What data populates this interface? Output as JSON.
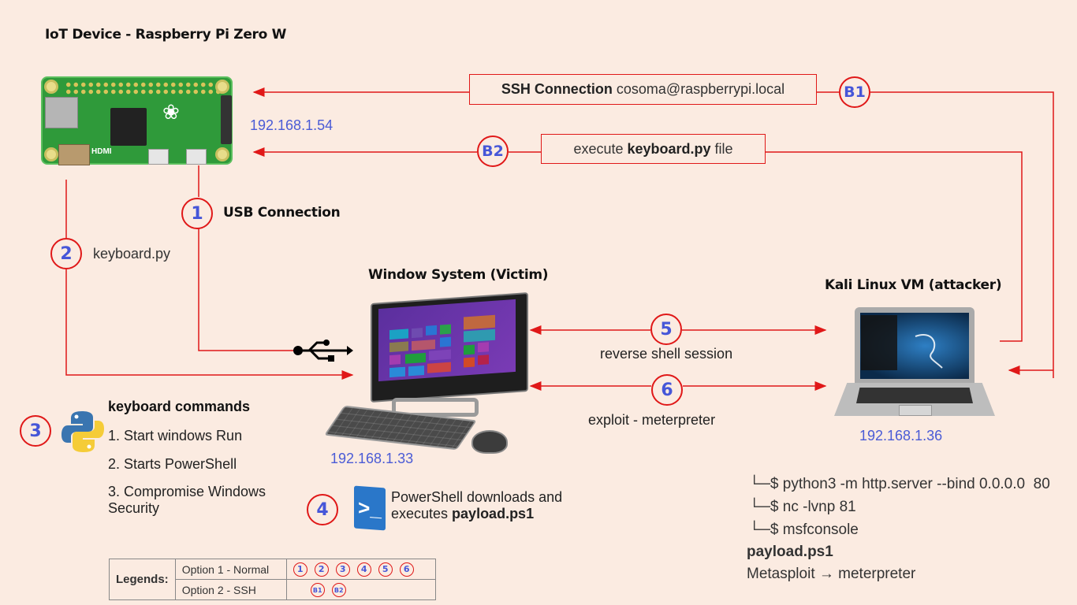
{
  "iot": {
    "title": "IoT Device - Raspberry Pi Zero W",
    "ip": "192.168.1.54",
    "board_label": "HDMI"
  },
  "ssh": {
    "badge": "B1",
    "label_bold": "SSH Connection",
    "label_rest": " cosoma@raspberrypi.local"
  },
  "exec": {
    "badge": "B2",
    "label_pre": "execute ",
    "label_bold": "keyboard.py",
    "label_post": " file"
  },
  "usb": {
    "badge": "1",
    "label": "USB Connection"
  },
  "keyboard_file": {
    "badge": "2",
    "label": "keyboard.py"
  },
  "victim": {
    "title": "Window System (Victim)",
    "ip": "192.168.1.33"
  },
  "attacker": {
    "title": "Kali Linux VM (attacker)",
    "ip": "192.168.1.36",
    "commands": [
      "└─$ python3 -m http.server --bind 0.0.0.0  80",
      "└─$ nc -lvnp 81",
      "└─$ msfconsole"
    ],
    "payload": "payload.ps1",
    "metasploit": "Metasploit → meterpreter"
  },
  "reverse_shell": {
    "badge": "5",
    "label": "reverse shell session"
  },
  "exploit": {
    "badge": "6",
    "label": "exploit - meterpreter"
  },
  "keyboard_commands": {
    "badge": "3",
    "title": "keyboard commands",
    "items": [
      "1. Start windows Run",
      "2. Starts PowerShell",
      "3. Compromise Windows Security"
    ]
  },
  "powershell": {
    "badge": "4",
    "line1": "PowerShell downloads and",
    "line2_pre": "executes ",
    "line2_bold": "payload.ps1"
  },
  "legend": {
    "header": "Legends:",
    "rows": [
      {
        "label": "Option 1 - Normal",
        "marks": [
          "1",
          "2",
          "3",
          "4",
          "5",
          "6"
        ]
      },
      {
        "label": "Option 2 - SSH",
        "marks": [
          "B1",
          "B2"
        ]
      }
    ]
  },
  "colors": {
    "background": "#fbebe1",
    "line": "#e01818",
    "badge_text": "#4656d8",
    "ip_text": "#4a5bd6"
  }
}
